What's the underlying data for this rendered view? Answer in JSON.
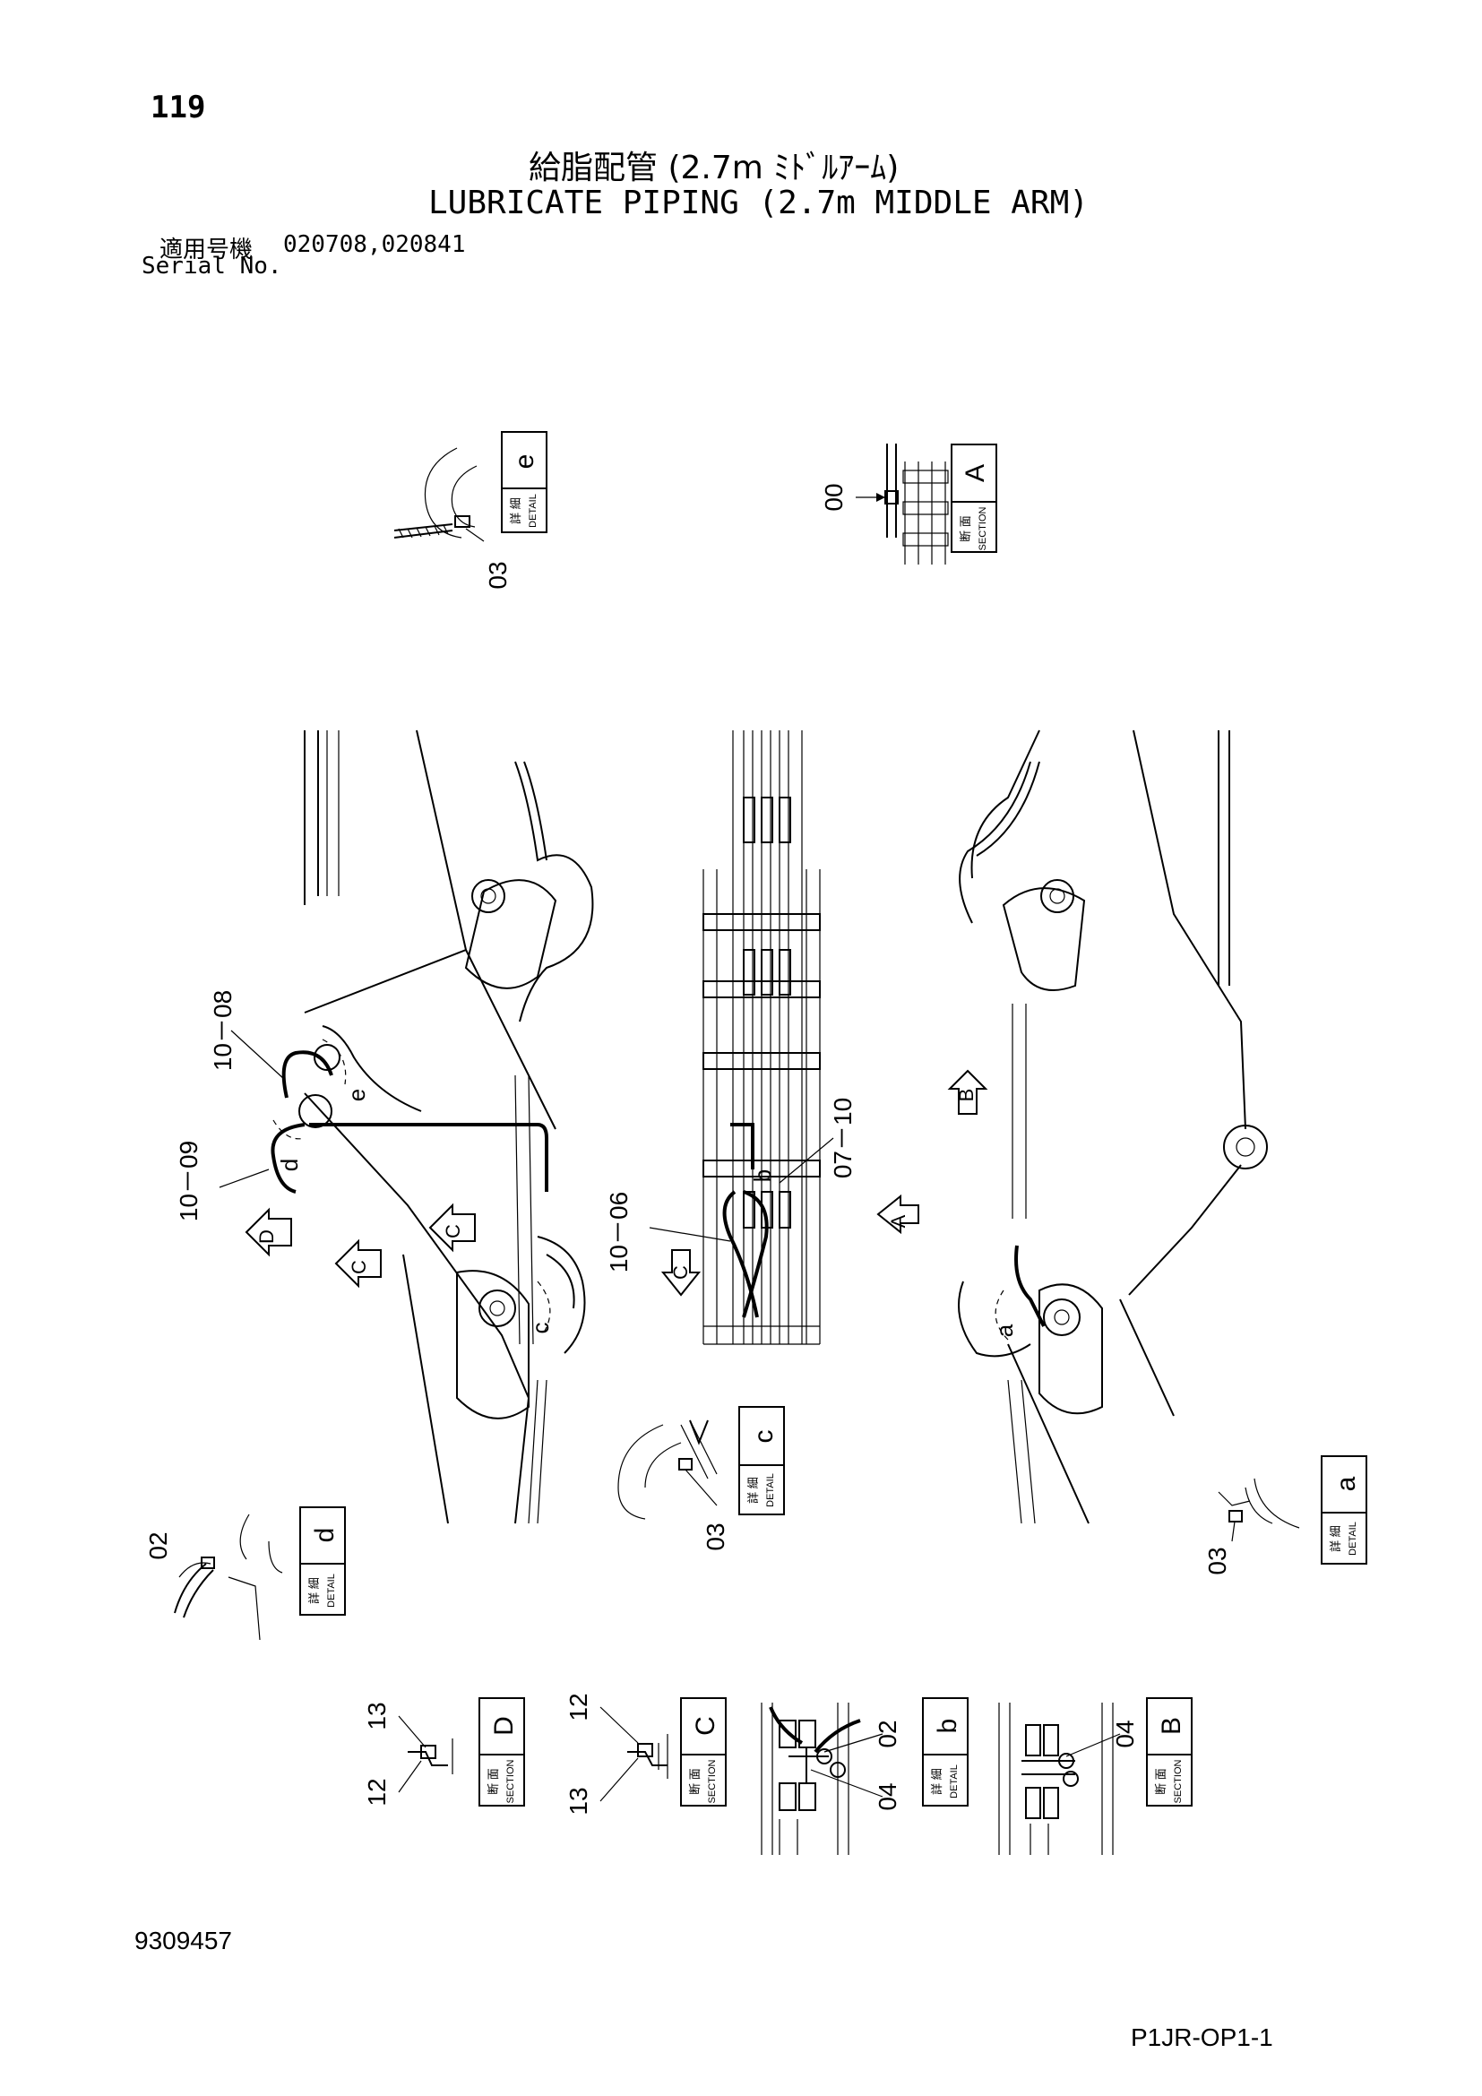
{
  "header": {
    "page_number": "119",
    "title_jp": "給脂配管 (2.7m ﾐﾄﾞﾙｱｰﾑ)",
    "title_en": "LUBRICATE PIPING (2.7m MIDDLE ARM)",
    "serial_label_jp": "適用号機",
    "serial_values": "020708,020841",
    "serial_label_en": "Serial No."
  },
  "footer": {
    "doc_number": "9309457",
    "page_code": "P1JR-OP1-1"
  },
  "box_labels": {
    "detail_jp": "詳 細",
    "detail_en": "DETAIL",
    "section_jp": "断 面",
    "section_en": "SECTION"
  },
  "views": {
    "detail_e": "e",
    "section_A": "A",
    "detail_c": "c",
    "detail_d": "d",
    "detail_a": "a",
    "section_D": "D",
    "section_C": "C",
    "detail_b": "b",
    "section_B": "B"
  },
  "part_numbers": {
    "p00": "00",
    "p02": "02",
    "p03": "03",
    "p04": "04",
    "p12": "12",
    "p13": "13",
    "p10_06": "10－06",
    "p10_08": "10－08",
    "p10_09": "10－09",
    "p07_10": "07－10"
  },
  "view_markers": {
    "A": "A",
    "B": "B",
    "C": "C",
    "D": "D"
  },
  "detail_markers": {
    "a": "a",
    "b": "b",
    "c": "c",
    "d": "d",
    "e": "e"
  }
}
